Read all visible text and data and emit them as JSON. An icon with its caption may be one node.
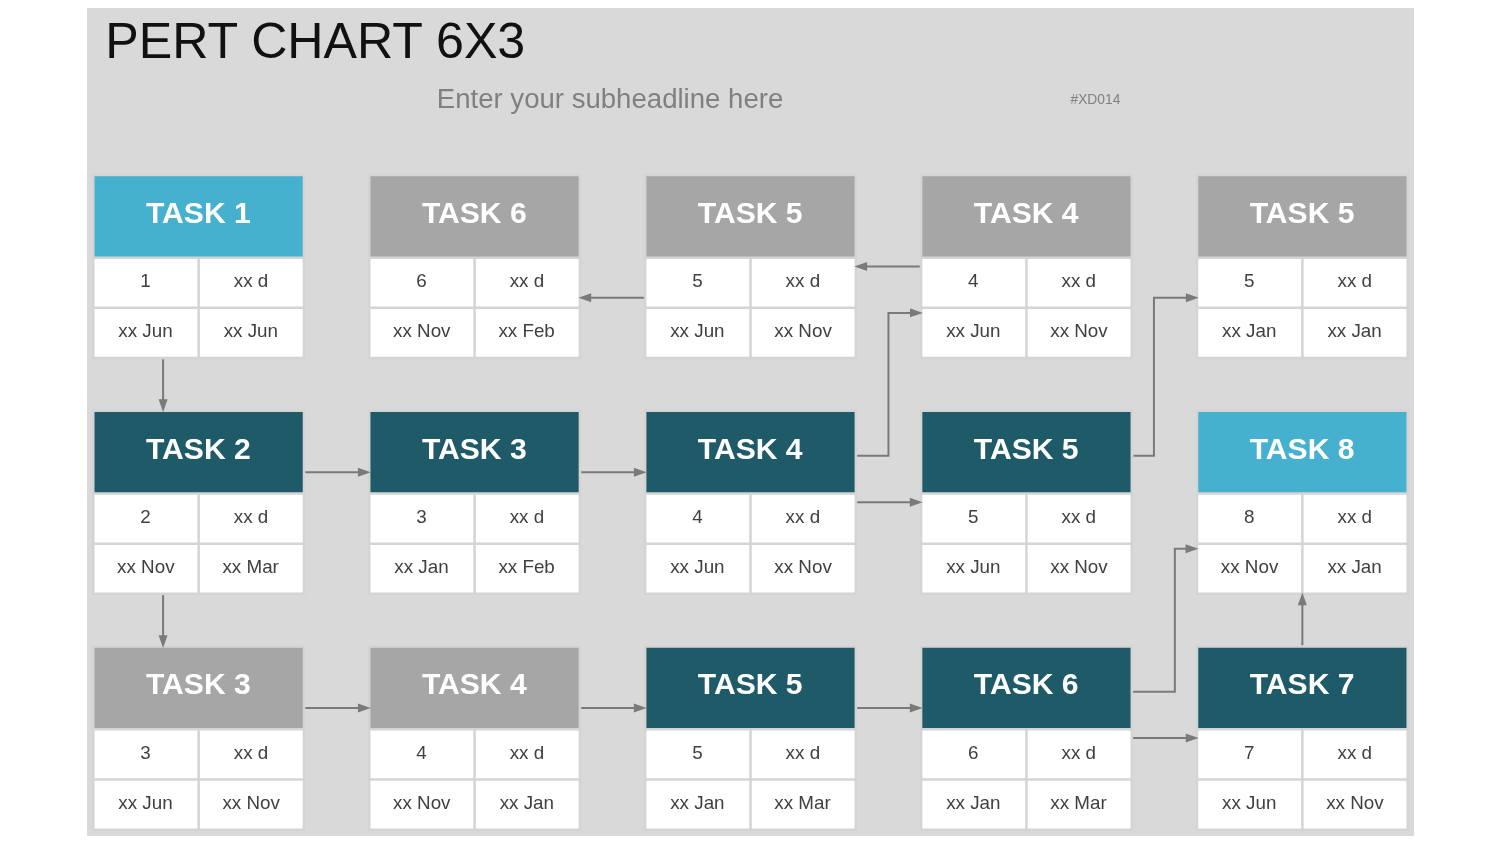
{
  "diagram": {
    "title": "PERT CHART 6X3",
    "nodes": [
      {
        "text": [
          "TASK 1",
          "1",
          "xx d",
          "xx Jun",
          "xx Jun"
        ]
      },
      {
        "text": [
          "TASK 6",
          "6",
          "xx d",
          "xx Nov",
          "xx Feb"
        ]
      },
      {
        "text": [
          "TASK 5",
          "5",
          "xx d",
          "xx Jun",
          "xx Nov"
        ]
      },
      {
        "text": [
          "TASK 4",
          "4",
          "xx d",
          "xx Jun",
          "xx Nov"
        ]
      },
      {
        "text": [
          "TASK 5",
          "5",
          "xx d",
          "xx Jan",
          "xx Jan"
        ]
      },
      {
        "text": [
          "TASK 2",
          "2",
          "xx d",
          "xx Nov",
          "xx Mar"
        ]
      },
      {
        "text": [
          "TASK 3",
          "3",
          "xx d",
          "xx Jan",
          "xx Feb"
        ]
      },
      {
        "text": [
          "TASK 4",
          "4",
          "xx d",
          "xx Jun",
          "xx Nov"
        ]
      },
      {
        "text": [
          "TASK 5",
          "5",
          "xx d",
          "xx Jun",
          "xx Nov"
        ]
      },
      {
        "text": [
          "TASK 8",
          "8",
          "xx d",
          "xx Nov",
          "xx Jan"
        ]
      },
      {
        "text": [
          "TASK 3",
          "3",
          "xx d",
          "xx Jun",
          "xx Nov"
        ]
      },
      {
        "text": [
          "TASK 4",
          "4",
          "xx d",
          "xx Nov",
          "xx Jan"
        ]
      },
      {
        "text": [
          "TASK 5",
          "5",
          "xx d",
          "xx Jan",
          "xx Mar"
        ]
      },
      {
        "text": [
          "TASK 6",
          "6",
          "xx d",
          "xx Jan",
          "xx Mar"
        ]
      },
      {
        "text": [
          "TASK 7",
          "7",
          "xx d",
          "xx Jun",
          "xx Nov"
        ]
      }
    ],
    "edges": [
      {
        "from": 0,
        "to": 5,
        "arrow": "to"
      },
      {
        "from": 2,
        "to": 1,
        "arrow": "to"
      },
      {
        "from": 3,
        "to": 2,
        "arrow": "to"
      },
      {
        "from": 7,
        "to": 3,
        "arrow": "to"
      },
      {
        "from": 8,
        "to": 4,
        "arrow": "to"
      },
      {
        "from": 5,
        "to": 6,
        "arrow": "to"
      },
      {
        "from": 6,
        "to": 7,
        "arrow": "to"
      },
      {
        "from": 7,
        "to": 8,
        "arrow": "to"
      },
      {
        "from": 5,
        "to": 10,
        "arrow": "to"
      },
      {
        "from": 10,
        "to": 11,
        "arrow": "to"
      },
      {
        "from": 11,
        "to": 12,
        "arrow": "to"
      },
      {
        "from": 12,
        "to": 13,
        "arrow": "to"
      },
      {
        "from": 13,
        "to": 14,
        "arrow": "to"
      },
      {
        "from": 13,
        "to": 9,
        "arrow": "to"
      },
      {
        "from": 14,
        "to": 9,
        "arrow": "to"
      }
    ],
    "labels": [
      "#XD014",
      "Enter your subheadline here"
    ]
  }
}
